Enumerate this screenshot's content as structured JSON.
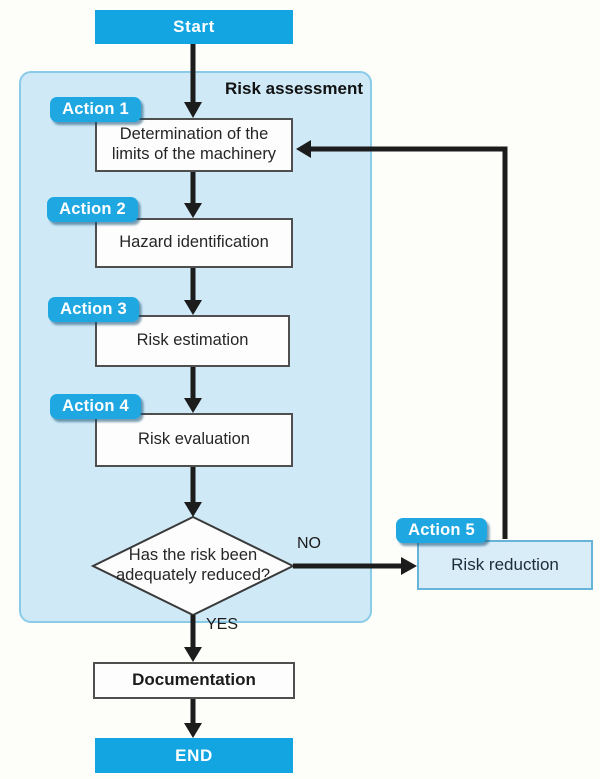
{
  "flow": {
    "start_label": "Start",
    "container_title": "Risk assessment",
    "actions": [
      {
        "label": "Action 1"
      },
      {
        "label": "Action 2"
      },
      {
        "label": "Action 3"
      },
      {
        "label": "Action 4"
      },
      {
        "label": "Action 5"
      }
    ],
    "steps": {
      "determination": {
        "line1": "Determination of the",
        "line2": "limits of the machinery"
      },
      "hazard": {
        "label": "Hazard identification"
      },
      "estimation": {
        "label": "Risk estimation"
      },
      "evaluation": {
        "label": "Risk evaluation"
      },
      "decision": {
        "line1": "Has the risk been",
        "line2": "adequately reduced?"
      },
      "reduction": {
        "label": "Risk reduction"
      },
      "documentation": {
        "label": "Documentation"
      }
    },
    "branch_labels": {
      "no": "NO",
      "yes": "YES"
    },
    "end_label": "END"
  },
  "colors": {
    "accent_blue": "#12a5e2",
    "badge_blue": "#1fa7e2",
    "panel_fill": "#cfe9f7",
    "panel_border": "#8acbe8",
    "reduction_fill": "#d8edf8",
    "reduction_border": "#66b5d8",
    "box_border": "#4f4f4f",
    "arrow_black": "#1c1c1c"
  }
}
